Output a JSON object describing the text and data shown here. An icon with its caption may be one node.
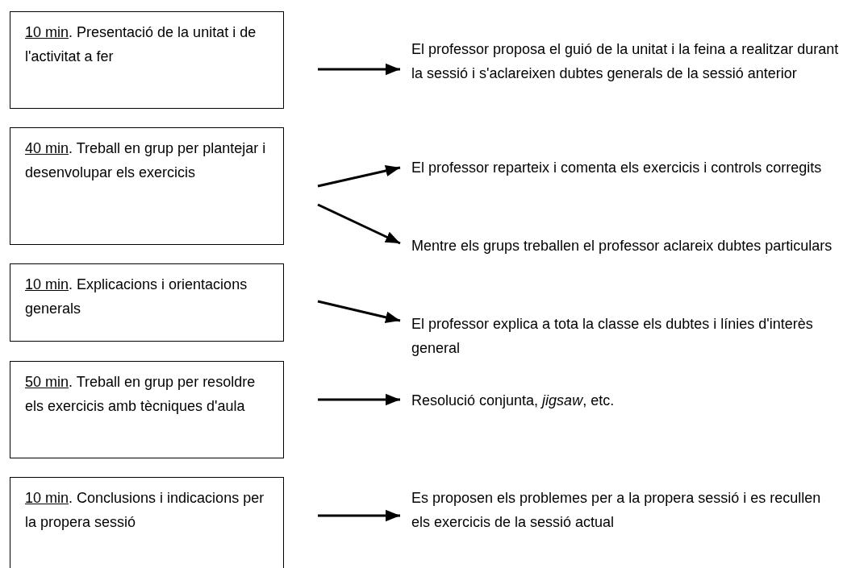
{
  "diagram": {
    "nodes": [
      {
        "text": [
          "10 min. Presentació de la unitat i de l'activitat a fer"
        ]
      },
      {
        "text": [
          "40 min. Treball en grup per plantejar i desenvolupar els exercicis"
        ]
      },
      {
        "text": [
          "10 min. Explicacions i orientacions generals"
        ]
      },
      {
        "text": [
          "50 min. Treball en grup per resoldre els exercicis amb tècniques d'aula"
        ]
      },
      {
        "text": [
          "10 min. Conclusions i indicacions per la propera sessió"
        ]
      },
      {
        "text": [
          "El professor proposa el guió de la unitat i la feina a realitzar durant la sessió i s'aclareixen dubtes generals de la sessió anterior"
        ]
      },
      {
        "text": [
          "El professor reparteix i comenta els exercicis i controls corregits"
        ]
      },
      {
        "text": [
          "Mentre els grups treballen el professor aclareix dubtes particulars"
        ]
      },
      {
        "text": [
          "El professor explica a tota la classe els dubtes i línies d'interès general"
        ]
      },
      {
        "text": [
          "Resolució conjunta, *jigsaw*, etc."
        ]
      },
      {
        "text": [
          "Es proposen els problemes per a la propera sessió i es recullen els exercicis de la sessió actual"
        ]
      }
    ],
    "edges": [
      {
        "from": 0,
        "to": 5,
        "arrow": "to"
      },
      {
        "from": 1,
        "to": 6,
        "arrow": "to"
      },
      {
        "from": 1,
        "to": 7,
        "arrow": "to"
      },
      {
        "from": 2,
        "to": 8,
        "arrow": "to"
      },
      {
        "from": 3,
        "to": 9,
        "arrow": "to"
      },
      {
        "from": 4,
        "to": 10,
        "arrow": "to"
      }
    ]
  }
}
